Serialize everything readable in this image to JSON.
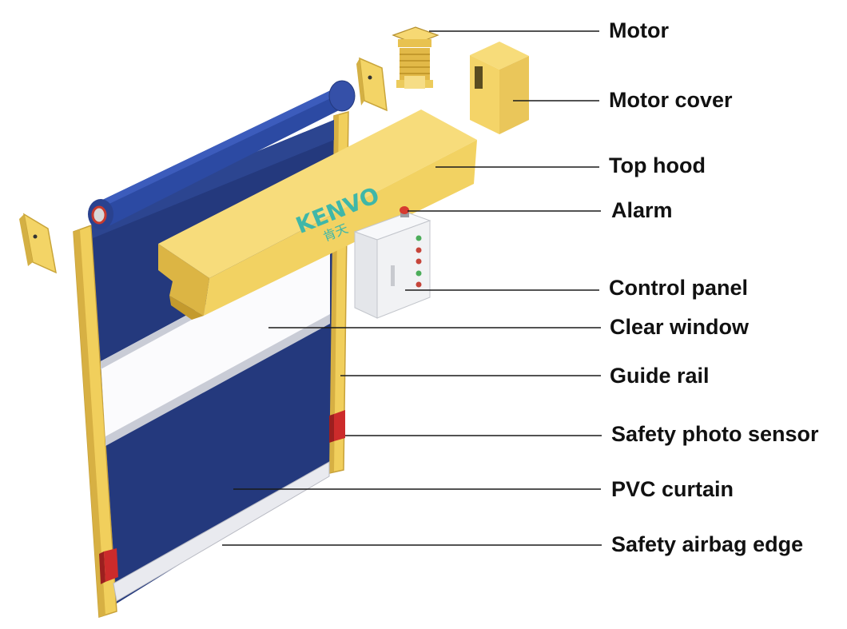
{
  "labels": {
    "motor": "Motor",
    "motor_cover": "Motor cover",
    "top_hood": "Top hood",
    "alarm": "Alarm",
    "control_panel": "Control panel",
    "clear_window": "Clear window",
    "guide_rail": "Guide rail",
    "safety_photo_sensor": "Safety photo sensor",
    "pvc_curtain": "PVC curtain",
    "safety_airbag_edge": "Safety airbag edge"
  },
  "logo": {
    "brand": "KENVO",
    "sub": "肯天"
  },
  "colors": {
    "frame_yellow": "#f2d262",
    "frame_yellow_dark": "#d9b33f",
    "curtain_blue": "#24397d",
    "curtain_blue_light": "#2f4a9a",
    "roller_blue": "#2c4aa3",
    "window_white": "#fbfbfd",
    "panel_white": "#f1f2f4",
    "sensor_red": "#cc2b2b",
    "logo_teal": "#3fb7a8",
    "light_green": "#4cad5a",
    "light_red": "#c6453a"
  }
}
